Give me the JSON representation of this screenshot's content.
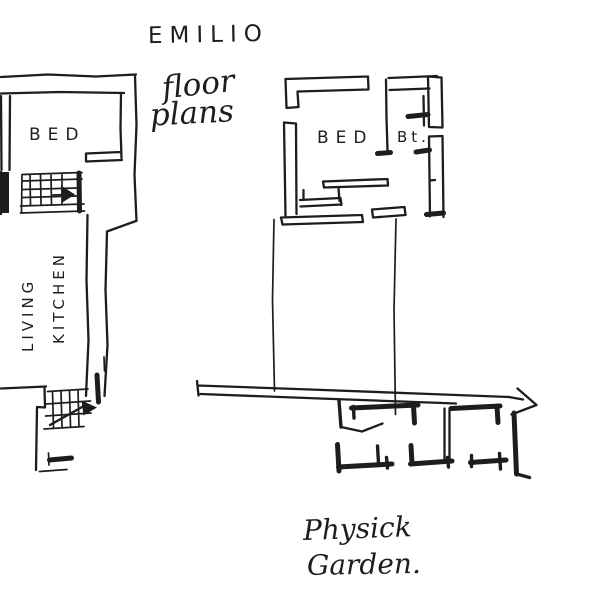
{
  "colors": {
    "ink": "#1d1d1b",
    "paper": "#ffffff"
  },
  "title": {
    "name": "EMILIO",
    "script_line1": "floor",
    "script_line2": "plans"
  },
  "left_plan": {
    "bed_label": "BED",
    "living_label": "LIVING",
    "kitchen_label": "KITCHEN"
  },
  "right_plan": {
    "bed_label": "BED",
    "bath_label": "Bt."
  },
  "caption": {
    "line1": "Physick",
    "line2": "Garden."
  }
}
